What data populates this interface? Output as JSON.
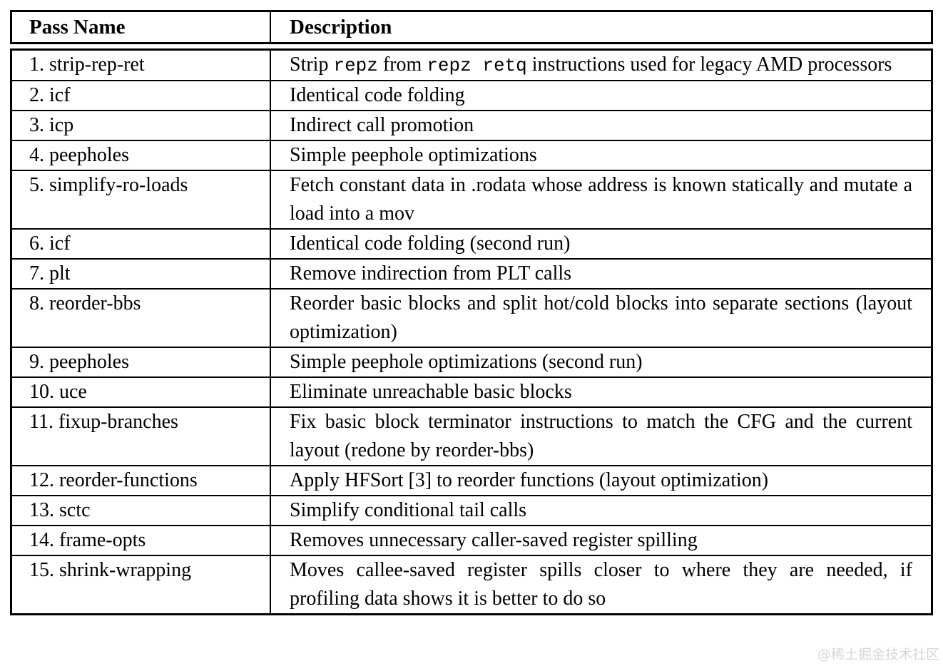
{
  "table": {
    "headers": {
      "pass": "Pass Name",
      "desc": "Description"
    },
    "rows": [
      {
        "pass": "1. strip-rep-ret",
        "desc_segments": [
          {
            "text": "Strip ",
            "code": false
          },
          {
            "text": "repz",
            "code": true
          },
          {
            "text": " from ",
            "code": false
          },
          {
            "text": "repz retq",
            "code": true
          },
          {
            "text": " instructions used for legacy AMD processors",
            "code": false
          }
        ]
      },
      {
        "pass": "2. icf",
        "desc": "Identical code folding"
      },
      {
        "pass": "3. icp",
        "desc": "Indirect call promotion"
      },
      {
        "pass": "4. peepholes",
        "desc": "Simple peephole optimizations"
      },
      {
        "pass": "5. simplify-ro-loads",
        "desc": "Fetch constant data in .rodata whose address is known statically and mutate a load into a mov"
      },
      {
        "pass": "6. icf",
        "desc": "Identical code folding (second run)"
      },
      {
        "pass": "7. plt",
        "desc": "Remove indirection from PLT calls"
      },
      {
        "pass": "8. reorder-bbs",
        "desc": "Reorder basic blocks and split hot/cold blocks into separate sections (layout optimization)"
      },
      {
        "pass": "9. peepholes",
        "desc": "Simple peephole optimizations (second run)"
      },
      {
        "pass": "10. uce",
        "desc": "Eliminate unreachable basic blocks"
      },
      {
        "pass": "11. fixup-branches",
        "desc": "Fix basic block terminator instructions to match the CFG and the current layout (redone by reorder-bbs)"
      },
      {
        "pass": "12. reorder-functions",
        "desc": "Apply HFSort [3] to reorder functions (layout optimization)"
      },
      {
        "pass": "13. sctc",
        "desc": "Simplify conditional tail calls"
      },
      {
        "pass": "14. frame-opts",
        "desc": "Removes unnecessary caller-saved register spilling"
      },
      {
        "pass": "15. shrink-wrapping",
        "desc": "Moves callee-saved register spills closer to where they are needed, if profiling data shows it is better to do so"
      }
    ]
  },
  "watermark": "@稀土掘金技术社区",
  "colors": {
    "border": "#000000",
    "text": "#000000",
    "background": "#ffffff",
    "watermark": "#d6d6d6"
  }
}
